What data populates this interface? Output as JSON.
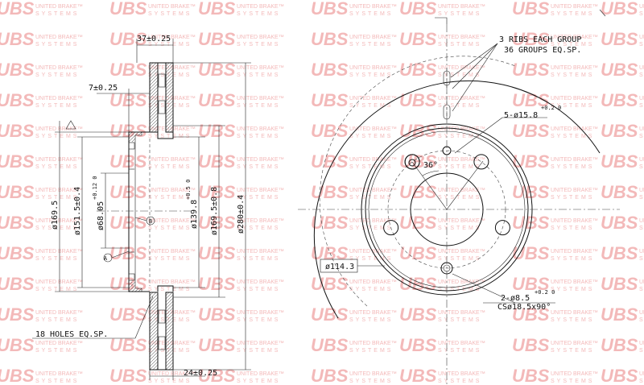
{
  "watermark": {
    "brand": "UBS",
    "line1": "UNITED BRAKE™",
    "line2": "SYSTEMS"
  },
  "side_view": {
    "dim_top_width": "37±0.25",
    "dim_hat_offset": "7±0.25",
    "dim_bottom_width": "24±0.25",
    "note_holes": "18 HOLES EQ.SP.",
    "dia_outer_left": "ø169.5",
    "dia_151": "ø151.5±0.4",
    "dia_68": "ø68.05",
    "dia_68_tol": "+0.12 0",
    "dia_139": "ø139.8",
    "dia_139_tol": "+0.5 0",
    "dia_169_right": "ø169.5±0.8",
    "dia_280": "ø280±0.4",
    "datum_a": "A",
    "datum_b": "B"
  },
  "front_view": {
    "note_ribs_1": "3 RIBS EACH GROUP",
    "note_ribs_2": "36 GROUPS EQ.SP.",
    "bolt_holes": "5-ø15.8",
    "bolt_holes_tol": "+0.2 0",
    "angle": "36°",
    "pcd": "ø114.3",
    "pilot_holes": "2-ø8.5",
    "pilot_holes_tol": "+0.2 0",
    "countersink": "CSø18.5x90°"
  }
}
